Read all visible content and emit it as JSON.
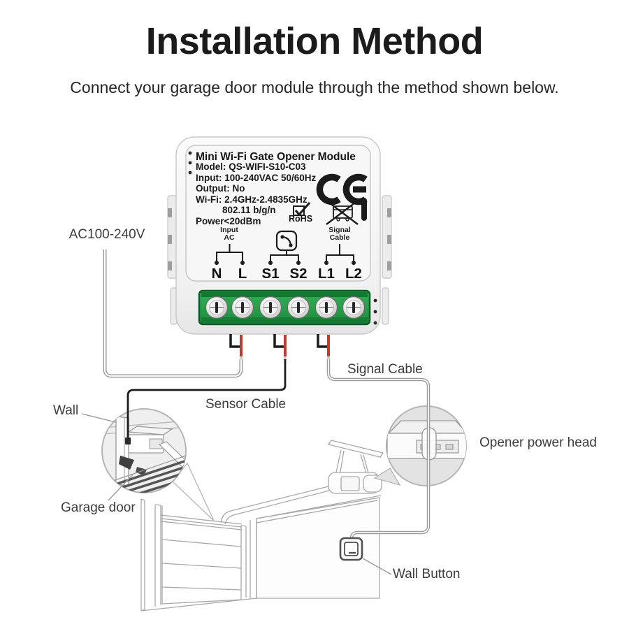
{
  "title": "Installation Method",
  "subtitle": "Connect your garage door module through the method shown below.",
  "module": {
    "name": "Mini Wi-Fi Gate Opener Module",
    "specs": [
      "Model: QS-WIFI-S10-C03",
      "Input: 100-240VAC 50/60Hz",
      "Output: No",
      "Wi-Fi: 2.4GHz-2.4835GHz",
      "802.11 b/g/n",
      "Power<20dBm"
    ],
    "certifications": {
      "rohs_label": "RoHS"
    },
    "terminal_groups": [
      {
        "label_line1": "Input",
        "label_line2": "AC",
        "terminals": [
          "N",
          "L"
        ]
      },
      {
        "icon": "dry-contact-icon",
        "terminals": [
          "S1",
          "S2"
        ]
      },
      {
        "label_line1": "Signal",
        "label_line2": "Cable",
        "terminals": [
          "L1",
          "L2"
        ]
      }
    ],
    "terminals": [
      "N",
      "L",
      "S1",
      "S2",
      "L1",
      "L2"
    ]
  },
  "labels": {
    "ac_power": "AC100-240V",
    "signal_cable": "Signal Cable",
    "sensor_cable": "Sensor Cable",
    "wall": "Wall",
    "garage_door": "Garage door",
    "opener_power_head": "Opener power head",
    "wall_button": "Wall Button"
  },
  "colors": {
    "terminal_block_green": "#27a04a",
    "terminal_block_dark_green": "#0a5c24",
    "wire_red": "#c03a30",
    "wire_black": "#1c1c1c",
    "wire_grey": "#9a9a9a",
    "line_grey": "#a8a8a8",
    "text_dark": "#1b1b1b"
  }
}
